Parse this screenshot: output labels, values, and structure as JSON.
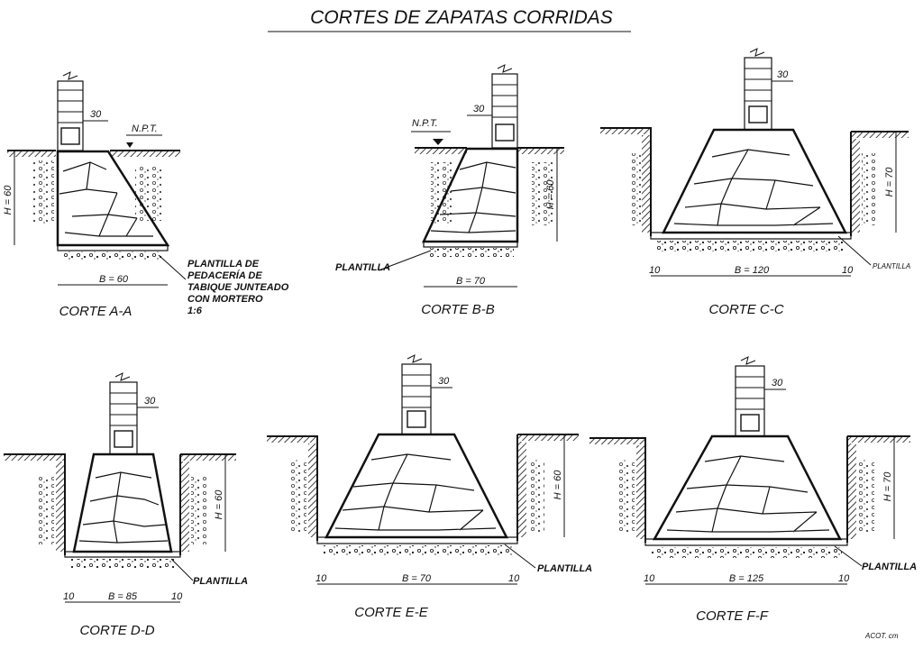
{
  "title": "CORTES DE ZAPATAS CORRIDAS",
  "colors": {
    "ink": "#111111",
    "paper": "#ffffff"
  },
  "sections": [
    {
      "id": "a",
      "label": "CORTE A-A",
      "width_label": "B = 60",
      "height_label": "H = 60",
      "wall_label": "30",
      "npt_label": "N.P.T.",
      "note_lines": [
        "PLANTILLA DE",
        "PEDACERÍA DE",
        "TABIQUE JUNTEADO",
        "CON MORTERO",
        "1:6"
      ]
    },
    {
      "id": "b",
      "label": "CORTE B-B",
      "width_label": "B = 70",
      "height_label": "H = 60",
      "wall_label": "30",
      "npt_label": "N.P.T.",
      "plantilla_label": "PLANTILLA"
    },
    {
      "id": "c",
      "label": "CORTE C-C",
      "width_label": "B = 120",
      "height_label": "H = 70",
      "wall_label": "30",
      "side_left": "10",
      "side_right": "10",
      "plantilla_label": "PLANTILLA"
    },
    {
      "id": "d",
      "label": "CORTE D-D",
      "width_label": "B = 85",
      "height_label": "H = 60",
      "wall_label": "30",
      "side_left": "10",
      "side_right": "10",
      "plantilla_label": "PLANTILLA"
    },
    {
      "id": "e",
      "label": "CORTE E-E",
      "width_label": "B = 70",
      "height_label": "H = 60",
      "wall_label": "30",
      "side_left": "10",
      "side_right": "10",
      "plantilla_label": "PLANTILLA"
    },
    {
      "id": "f",
      "label": "CORTE F-F",
      "width_label": "B = 125",
      "height_label": "H = 70",
      "wall_label": "30",
      "side_left": "10",
      "side_right": "10",
      "plantilla_label": "PLANTILLA"
    }
  ],
  "watermark": "ACOT. cm"
}
